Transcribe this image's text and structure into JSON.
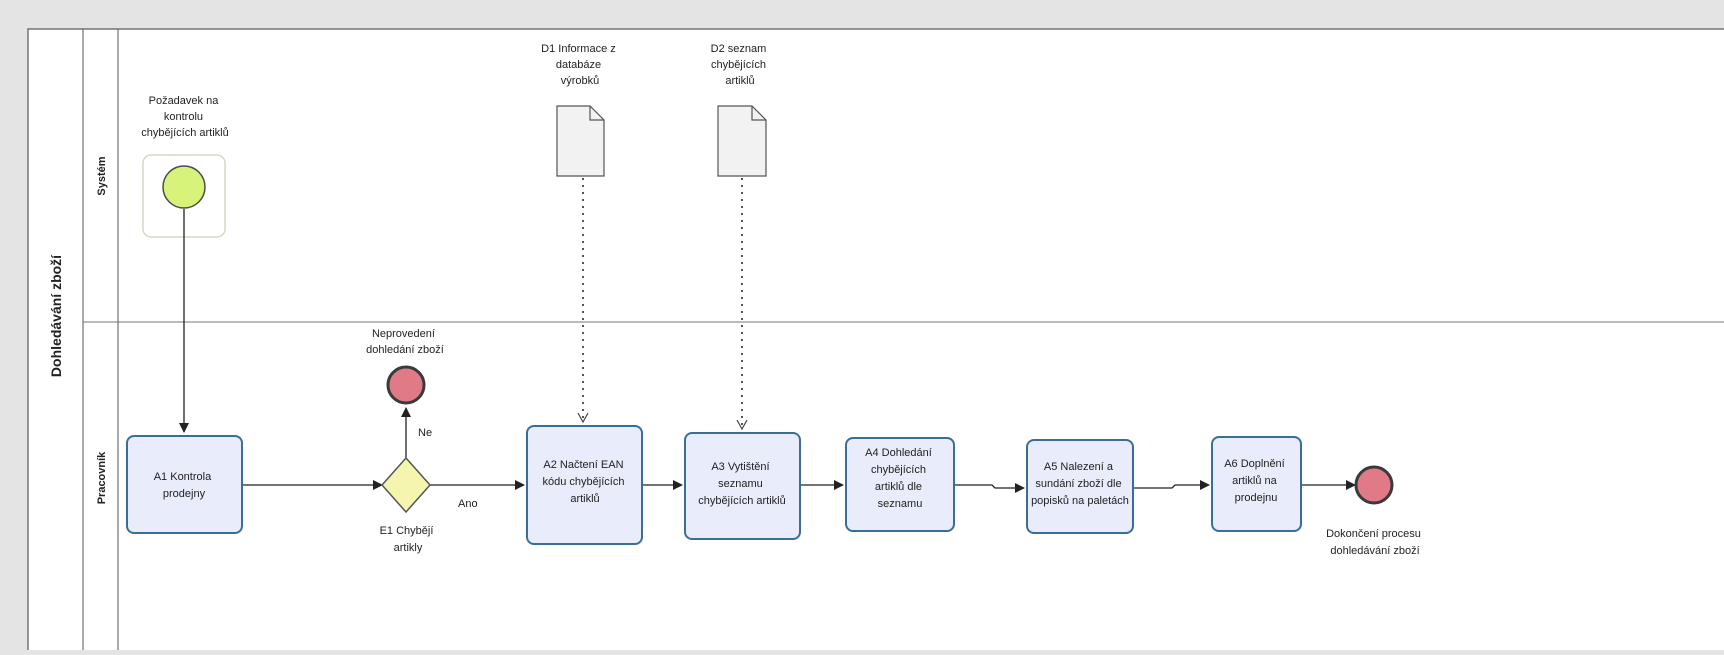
{
  "pool": {
    "title": "Dohledávání zboží"
  },
  "lanes": {
    "system": "Systém",
    "worker": "Pracovník"
  },
  "start_event": {
    "label": [
      "Požadavek na",
      "kontrolu",
      "chybějících artiklů"
    ]
  },
  "documents": {
    "d1": {
      "label": [
        "D1 Informace z",
        "databáze",
        "výrobků"
      ]
    },
    "d2": {
      "label": [
        "D2 seznam",
        "chybějících",
        "artiklů"
      ]
    }
  },
  "tasks": {
    "a1": {
      "label": [
        "A1 Kontrola",
        "prodejny"
      ]
    },
    "a2": {
      "label": [
        "A2 Načtení EAN",
        "kódu chybějících",
        "artiklů"
      ]
    },
    "a3": {
      "label": [
        "A3 Vytištění",
        "seznamu",
        "chybějících artiklů"
      ]
    },
    "a4": {
      "label": [
        "A4 Dohledání",
        "chybějících",
        "artiklů dle",
        "seznamu"
      ]
    },
    "a5": {
      "label": [
        "A5 Nalezení a",
        "sundání zboží dle",
        "popisků na paletách"
      ]
    },
    "a6": {
      "label": [
        "A6 Doplnění",
        "artiklů na",
        "prodejnu"
      ]
    }
  },
  "gateway": {
    "label": [
      "E1 Chybějí",
      "artikly"
    ],
    "yes": "Ano",
    "no": "Ne"
  },
  "end_events": {
    "not_done": {
      "label": [
        "Neprovedení",
        "dohledání zboží"
      ]
    },
    "done": {
      "label": [
        "Dokončení procesu",
        "dohledávání zboží"
      ]
    }
  },
  "colors": {
    "task_fill": "#e9ecfb",
    "task_stroke": "#3a6f95",
    "start_fill": "#d7f37a",
    "end_fill": "#e07a86",
    "gateway_fill": "#f5f5b0",
    "lane_line": "#777777"
  }
}
